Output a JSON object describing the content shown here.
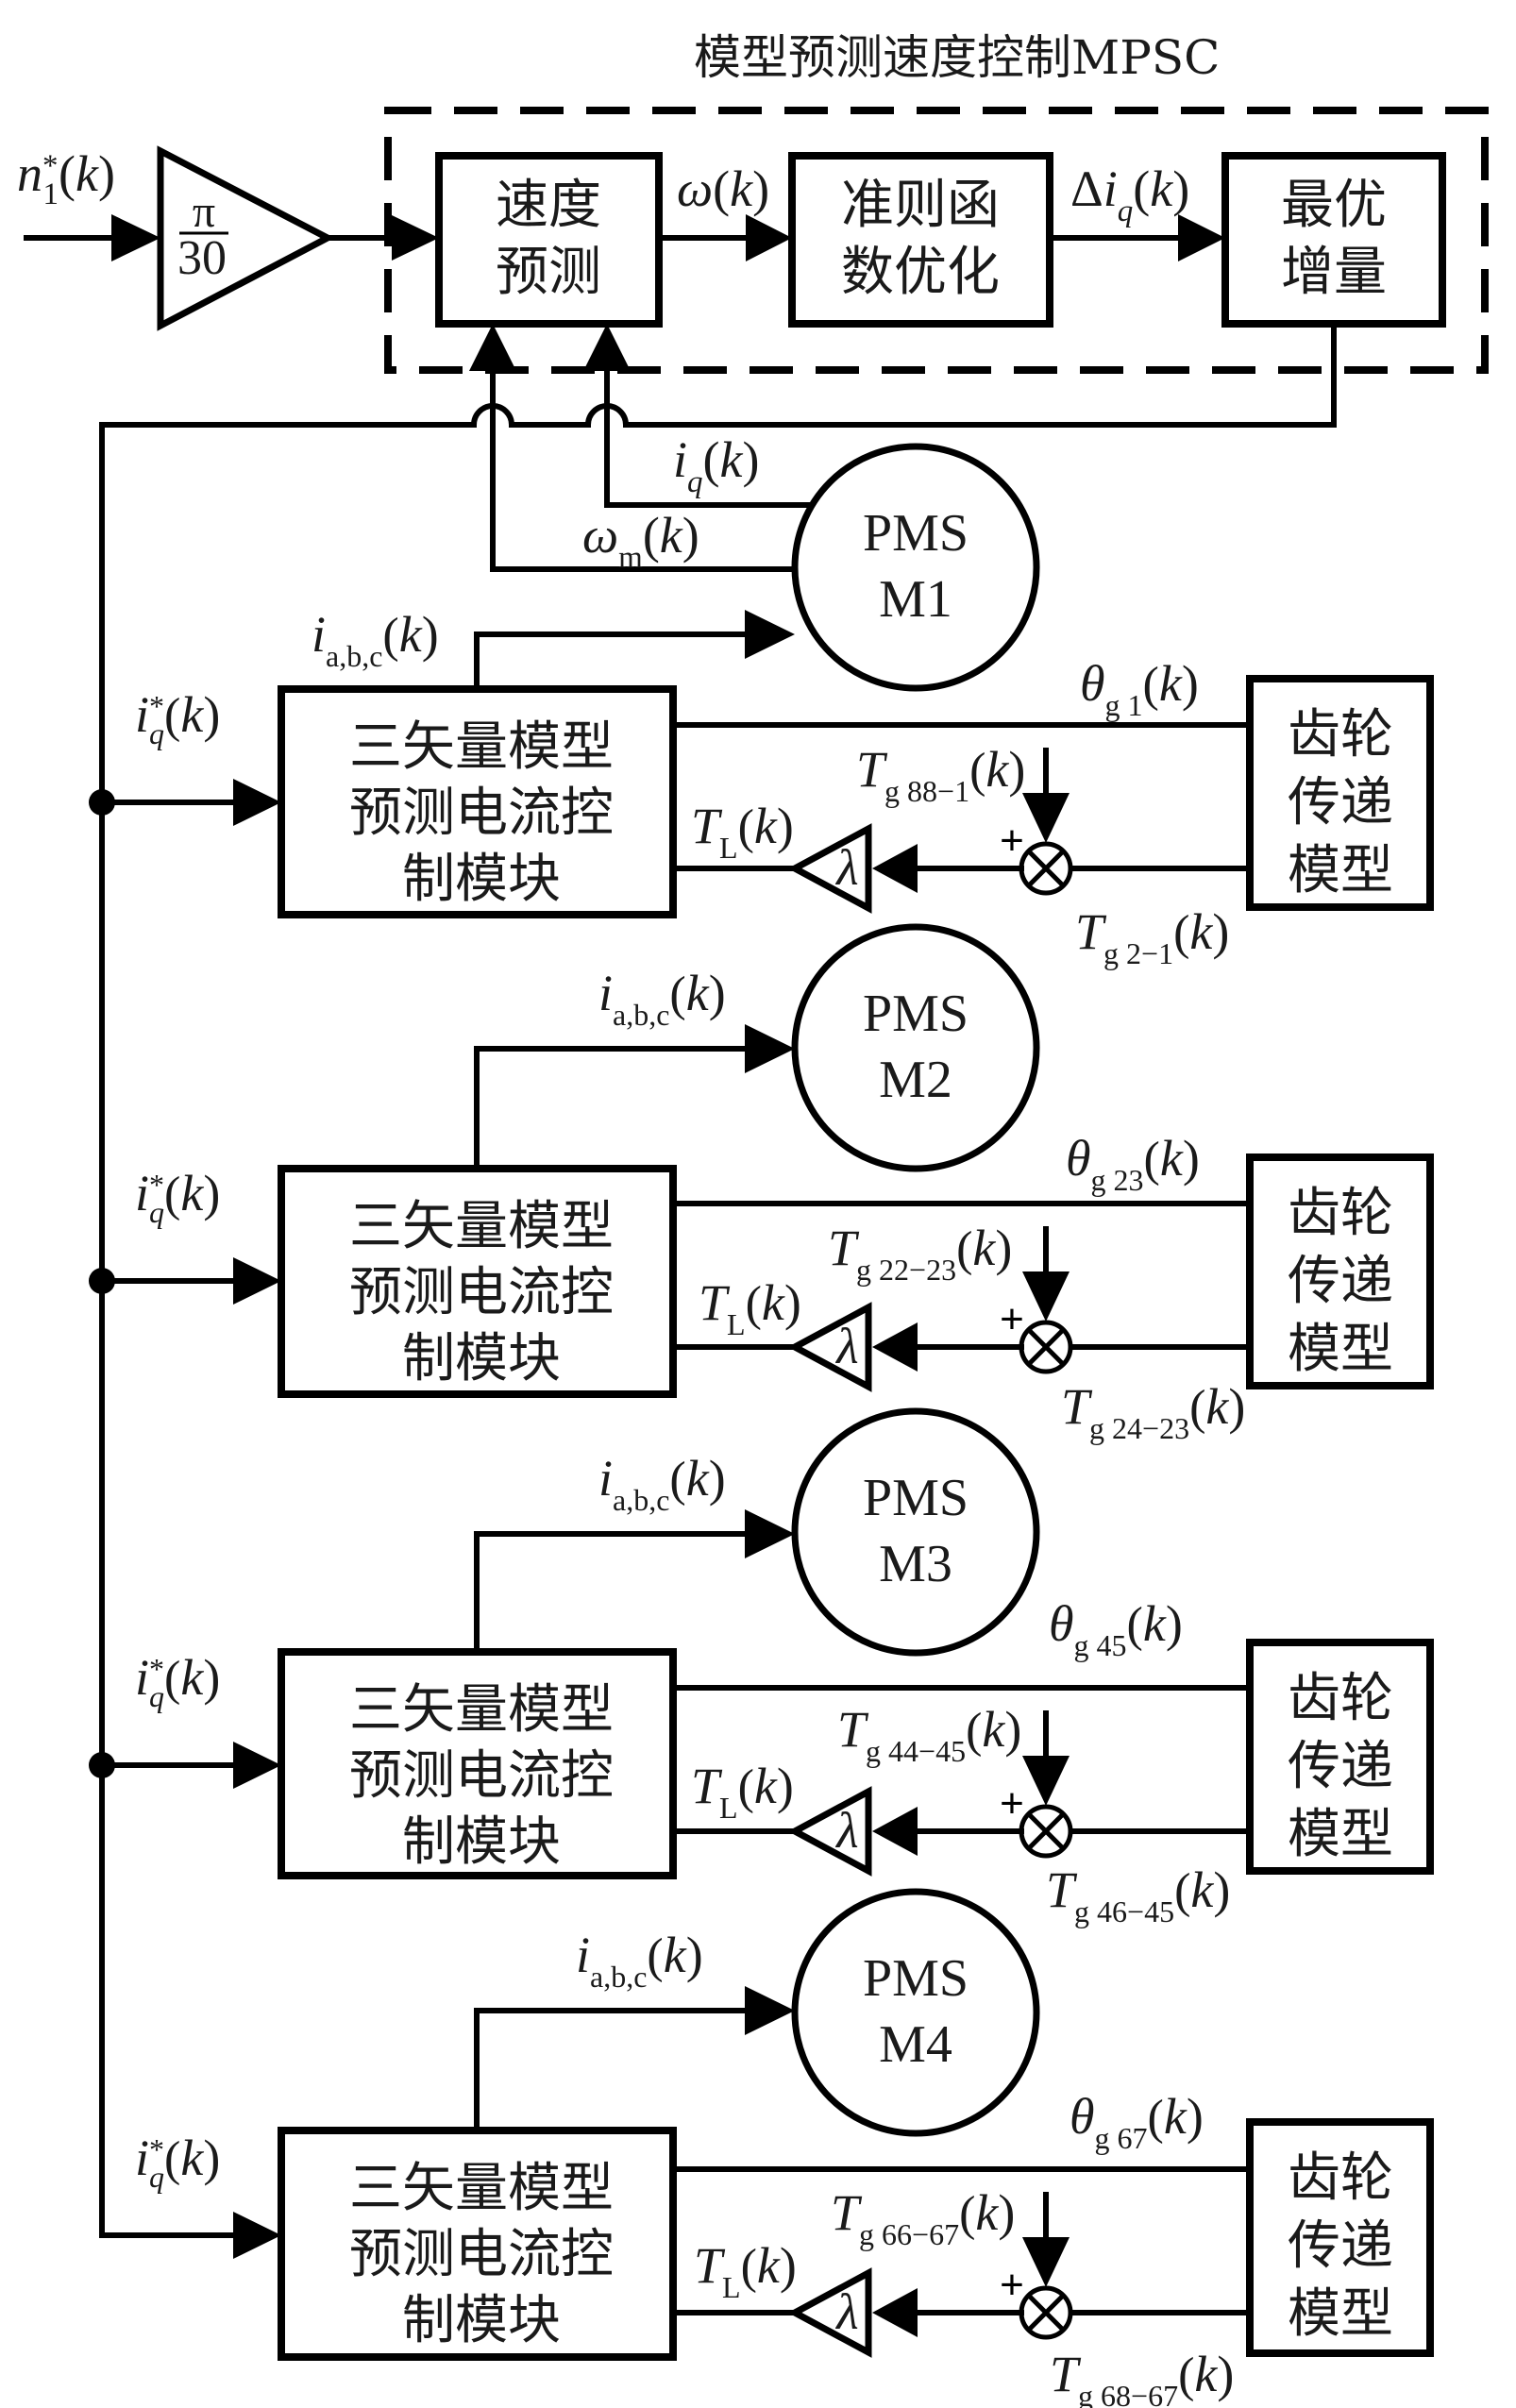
{
  "title": "模型预测速度控制MPSC",
  "mpsc": {
    "gain": {
      "numerator": "π",
      "denominator": "30"
    },
    "input_label": {
      "main": "n",
      "sub": "1",
      "sup": "*",
      "arg": "k"
    },
    "blocks": [
      {
        "lines": [
          "速度",
          "预测"
        ]
      },
      {
        "lines": [
          "准则函",
          "数优化"
        ]
      },
      {
        "lines": [
          "最优",
          "增量"
        ]
      }
    ],
    "omega_label": {
      "main": "ω",
      "arg": "k"
    },
    "delta_iq_label": {
      "prefix": "Δ",
      "main": "i",
      "sub": "q",
      "sub_italic": true,
      "arg": "k"
    },
    "iq_feedback_label": {
      "main": "i",
      "sub": "q",
      "sub_italic": true,
      "arg": "k"
    },
    "omega_m_label": {
      "main": "ω",
      "sub": "m",
      "arg": "k"
    }
  },
  "sections": [
    {
      "motor": [
        "PMS",
        "M1"
      ],
      "abc_label": {
        "main": "i",
        "sub": "a,b,c",
        "arg": "k"
      },
      "iq_ref_label": {
        "main": "i",
        "sub": "q",
        "sub_italic": true,
        "sup": "*",
        "arg": "k"
      },
      "control_block": [
        "三矢量模型",
        "预测电流控",
        "制模块"
      ],
      "theta_label": {
        "main": "θ",
        "sub": "g 1",
        "arg": "k"
      },
      "gear_block": [
        "齿轮",
        "传递",
        "模型"
      ],
      "tl_label": {
        "main": "T",
        "sub": "L",
        "arg": "k"
      },
      "torque_in_label": {
        "main": "T",
        "sub": "g 88−1",
        "arg": "k"
      },
      "torque_out_label": {
        "main": "T",
        "sub": "g 2−1",
        "arg": "k"
      },
      "gain_symbol": "λ",
      "sum_sign": "+"
    },
    {
      "motor": [
        "PMS",
        "M2"
      ],
      "abc_label": {
        "main": "i",
        "sub": "a,b,c",
        "arg": "k"
      },
      "iq_ref_label": {
        "main": "i",
        "sub": "q",
        "sub_italic": true,
        "sup": "*",
        "arg": "k"
      },
      "control_block": [
        "三矢量模型",
        "预测电流控",
        "制模块"
      ],
      "theta_label": {
        "main": "θ",
        "sub": "g 23",
        "arg": "k"
      },
      "gear_block": [
        "齿轮",
        "传递",
        "模型"
      ],
      "tl_label": {
        "main": "T",
        "sub": "L",
        "arg": "k"
      },
      "torque_in_label": {
        "main": "T",
        "sub": "g 22−23",
        "arg": "k"
      },
      "torque_out_label": {
        "main": "T",
        "sub": "g 24−23",
        "arg": "k"
      },
      "gain_symbol": "λ",
      "sum_sign": "+"
    },
    {
      "motor": [
        "PMS",
        "M3"
      ],
      "abc_label": {
        "main": "i",
        "sub": "a,b,c",
        "arg": "k"
      },
      "iq_ref_label": {
        "main": "i",
        "sub": "q",
        "sub_italic": true,
        "sup": "*",
        "arg": "k"
      },
      "control_block": [
        "三矢量模型",
        "预测电流控",
        "制模块"
      ],
      "theta_label": {
        "main": "θ",
        "sub": "g 45",
        "arg": "k"
      },
      "gear_block": [
        "齿轮",
        "传递",
        "模型"
      ],
      "tl_label": {
        "main": "T",
        "sub": "L",
        "arg": "k"
      },
      "torque_in_label": {
        "main": "T",
        "sub": "g 44−45",
        "arg": "k"
      },
      "torque_out_label": {
        "main": "T",
        "sub": "g 46−45",
        "arg": "k"
      },
      "gain_symbol": "λ",
      "sum_sign": "+"
    },
    {
      "motor": [
        "PMS",
        "M4"
      ],
      "abc_label": {
        "main": "i",
        "sub": "a,b,c",
        "arg": "k"
      },
      "iq_ref_label": {
        "main": "i",
        "sub": "q",
        "sub_italic": true,
        "sup": "*",
        "arg": "k"
      },
      "control_block": [
        "三矢量模型",
        "预测电流控",
        "制模块"
      ],
      "theta_label": {
        "main": "θ",
        "sub": "g 67",
        "arg": "k"
      },
      "gear_block": [
        "齿轮",
        "传递",
        "模型"
      ],
      "tl_label": {
        "main": "T",
        "sub": "L",
        "arg": "k"
      },
      "torque_in_label": {
        "main": "T",
        "sub": "g 66−67",
        "arg": "k"
      },
      "torque_out_label": {
        "main": "T",
        "sub": "g 68−67",
        "arg": "k"
      },
      "gain_symbol": "λ",
      "sum_sign": "+"
    }
  ]
}
